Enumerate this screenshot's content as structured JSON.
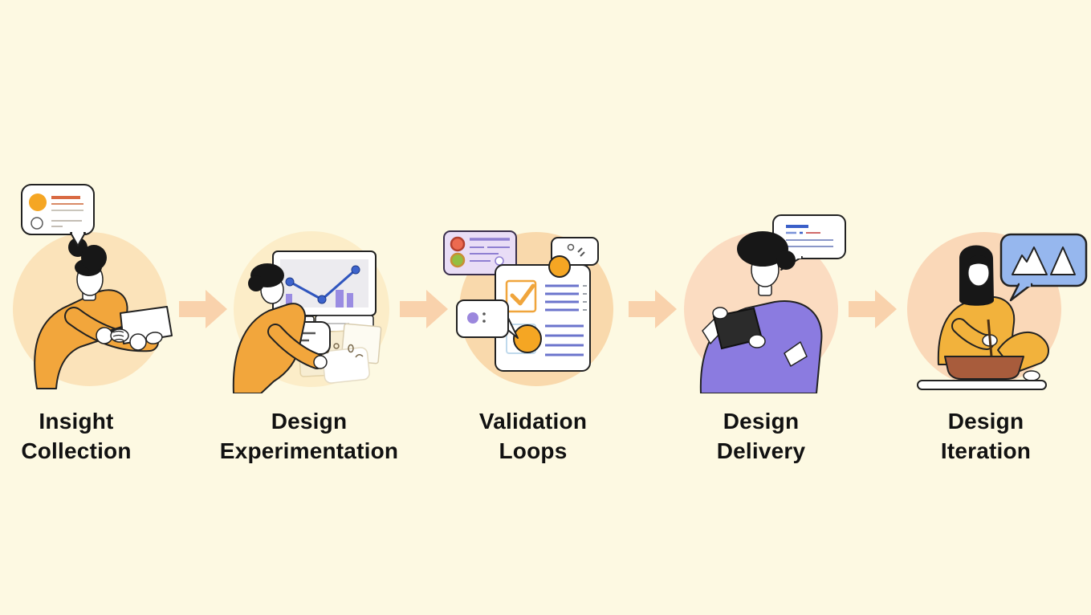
{
  "diagram": {
    "type": "process-flow",
    "direction": "left-to-right",
    "stage_count": 5
  },
  "colors": {
    "background": "#FDF9E2",
    "arrow": "#F9D2AC",
    "label_text": "#111111",
    "accent_orange": "#F2A63C",
    "accent_purple": "#8B7BE0",
    "bubble_lavender": "#E9DDF6",
    "bubble_blue": "#96B7EE",
    "chart_line_blue": "#2F55BE",
    "chart_bar_purple": "#9A8CE2",
    "circle_fills": [
      "#FBE3BA",
      "#FCEDC8",
      "#F9D9AC",
      "#FBDCC1",
      "#FAD8B8"
    ]
  },
  "stages": [
    {
      "id": "insight-collection",
      "label_line1": "Insight",
      "label_line2": "Collection",
      "illustration": "person-with-tablet-and-feedback-bubble"
    },
    {
      "id": "design-experimentation",
      "label_line1": "Design",
      "label_line2": "Experimentation",
      "illustration": "person-with-chart-monitor-and-sketches"
    },
    {
      "id": "validation-loops",
      "label_line1": "Validation",
      "label_line2": "Loops",
      "illustration": "checklist-document-with-comment-bubbles"
    },
    {
      "id": "design-delivery",
      "label_line1": "Design",
      "label_line2": "Delivery",
      "illustration": "person-reading-tablet-with-spec-bubble"
    },
    {
      "id": "design-iteration",
      "label_line1": "Design",
      "label_line2": "Iteration",
      "illustration": "person-crafting-with-image-bubble"
    }
  ],
  "arrows": {
    "count": 4,
    "direction": "right"
  }
}
